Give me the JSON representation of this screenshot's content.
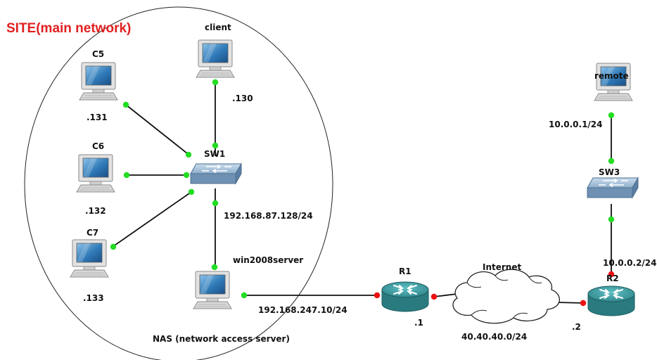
{
  "site": {
    "title": "SITE(main network)"
  },
  "colors": {
    "title": "#e02020",
    "link": "#111111",
    "port_up": "#22dd22",
    "port_down": "#ee1111",
    "monitor_frame": "#d6d6d6",
    "monitor_screen": "#2f7ab8",
    "switch_body": "#7f9fbf",
    "router_body": "#2f8b8f",
    "cloud_fill": "#ffffff"
  },
  "nodes": {
    "client": {
      "name": "client",
      "ip": ".130",
      "icon": "computer-icon"
    },
    "c5": {
      "name": "C5",
      "ip": ".131",
      "icon": "computer-icon"
    },
    "c6": {
      "name": "C6",
      "ip": ".132",
      "icon": "computer-icon"
    },
    "c7": {
      "name": "C7",
      "ip": ".133",
      "icon": "computer-icon"
    },
    "sw1": {
      "name": "SW1",
      "ip": "192.168.87.128/24",
      "icon": "switch-icon"
    },
    "server": {
      "name": "win2008server",
      "ip": "192.168.247.10/24",
      "caption": "NAS (network access server)",
      "icon": "computer-icon"
    },
    "r1": {
      "name": "R1",
      "ip": ".1",
      "icon": "router-icon"
    },
    "internet": {
      "name": "Internet",
      "network": "40.40.40.0/24",
      "icon": "cloud-icon"
    },
    "r2": {
      "name": "R2",
      "ip_wan": ".2",
      "ip_lan": "10.0.0.2/24",
      "icon": "router-icon"
    },
    "sw3": {
      "name": "SW3",
      "icon": "switch-icon"
    },
    "remote": {
      "name": "remote",
      "ip": "10.0.0.1/24",
      "icon": "computer-icon"
    }
  }
}
